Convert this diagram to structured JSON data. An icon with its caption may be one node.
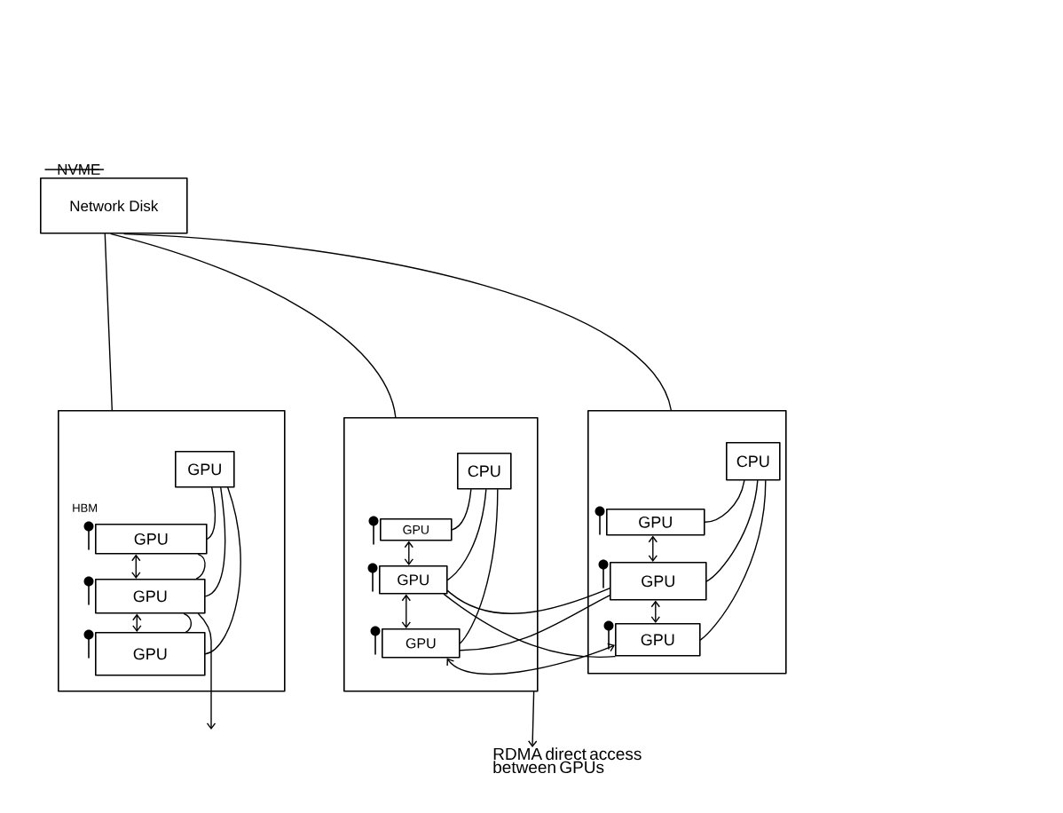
{
  "diagram": {
    "nodes": [
      {
        "text": [
          "NVME",
          "Network Disk"
        ]
      },
      {
        "text": [],
        "shape": "box"
      },
      {
        "text": [
          "GPU"
        ],
        "in": 1
      },
      {
        "text": [
          "GPU"
        ],
        "in": 1
      },
      {
        "text": [
          "GPU"
        ],
        "in": 1
      },
      {
        "text": [
          "GPU"
        ],
        "in": 1
      },
      {
        "text": [],
        "shape": "box"
      },
      {
        "text": [
          "CPU"
        ],
        "in": 6
      },
      {
        "text": [
          "GPU"
        ],
        "in": 6
      },
      {
        "text": [
          "GPU"
        ],
        "in": 6
      },
      {
        "text": [
          "GPU"
        ],
        "in": 6
      },
      {
        "text": [],
        "shape": "box"
      },
      {
        "text": [
          "CPU"
        ],
        "in": 11
      },
      {
        "text": [
          "GPU"
        ],
        "in": 11
      },
      {
        "text": [
          "GPU"
        ],
        "in": 11
      },
      {
        "text": [
          "GPU"
        ],
        "in": 11
      },
      {
        "text": [
          "RDMA direct access between GPUs"
        ]
      }
    ],
    "edges": [
      {
        "from": 0,
        "to": 1,
        "arrow": "none"
      },
      {
        "from": 0,
        "to": 6,
        "arrow": "none"
      },
      {
        "from": 0,
        "to": 11,
        "arrow": "none"
      },
      {
        "from": 2,
        "to": 3,
        "arrow": "none"
      },
      {
        "from": 2,
        "to": 4,
        "arrow": "none"
      },
      {
        "from": 2,
        "to": 5,
        "arrow": "none"
      },
      {
        "from": 3,
        "to": 4,
        "arrow": "both"
      },
      {
        "from": 3,
        "to": 4,
        "arrow": "none"
      },
      {
        "from": 4,
        "to": 5,
        "arrow": "both"
      },
      {
        "from": 4,
        "to": 5,
        "arrow": "none"
      },
      {
        "from": 4,
        "to": null,
        "arrow": "to"
      },
      {
        "from": 7,
        "to": 8,
        "arrow": "none"
      },
      {
        "from": 7,
        "to": 9,
        "arrow": "none"
      },
      {
        "from": 7,
        "to": 10,
        "arrow": "none"
      },
      {
        "from": 8,
        "to": 9,
        "arrow": "both"
      },
      {
        "from": 9,
        "to": 10,
        "arrow": "both"
      },
      {
        "from": 12,
        "to": 13,
        "arrow": "none"
      },
      {
        "from": 12,
        "to": 14,
        "arrow": "none"
      },
      {
        "from": 12,
        "to": 15,
        "arrow": "none"
      },
      {
        "from": 13,
        "to": 14,
        "arrow": "both"
      },
      {
        "from": 14,
        "to": 15,
        "arrow": "both"
      },
      {
        "from": 9,
        "to": 14,
        "arrow": "none"
      },
      {
        "from": 9,
        "to": 15,
        "arrow": "none"
      },
      {
        "from": 10,
        "to": 14,
        "arrow": "none"
      },
      {
        "from": 10,
        "to": 15,
        "arrow": "both"
      },
      {
        "from": 6,
        "to": 16,
        "arrow": "to"
      }
    ],
    "labels": [
      "HBM"
    ]
  }
}
